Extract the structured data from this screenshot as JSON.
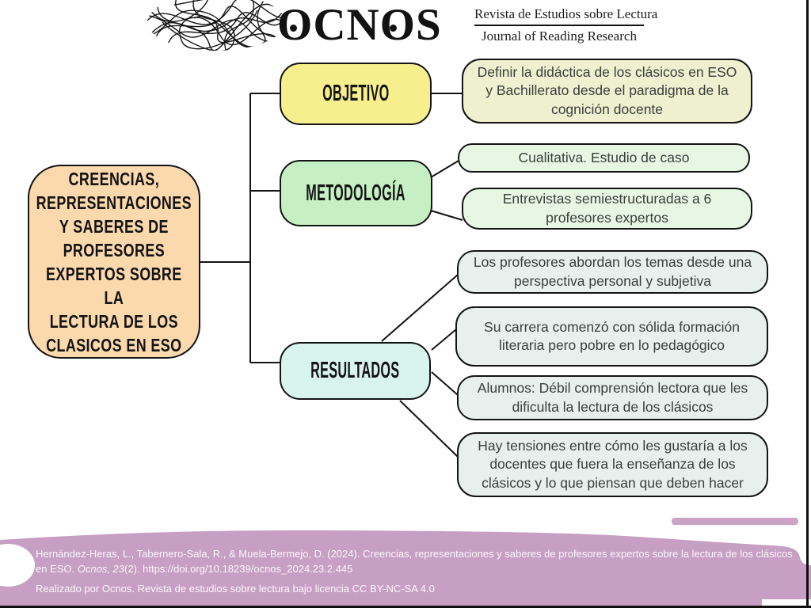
{
  "header": {
    "wordmark": "OCNOS",
    "tagline_es": "Revista de Estudios sobre Lectura",
    "tagline_en": "Journal of Reading Research"
  },
  "colors": {
    "root": "#fbd9ad",
    "objetivo": "#f7ee8d",
    "objetivo_item": "#eef0cf",
    "metodologia": "#c6f0c3",
    "metodologia_item": "#e7f7e4",
    "resultados": "#d8f4ec",
    "resultados_item": "#e8efec",
    "band": "#c79ec4"
  },
  "mindmap": {
    "root_label": "CREENCIAS,\nREPRESENTACIONES\nY SABERES DE\nPROFESORES\nEXPERTOS SOBRE LA\nLECTURA DE LOS\nCLASICOS EN ESO",
    "objetivo": {
      "label": "OBJETIVO",
      "items": [
        "Definir la didáctica de los clásicos en ESO y Bachillerato desde el paradigma de la cognición docente"
      ]
    },
    "metodologia": {
      "label": "METODOLOGÍA",
      "items": [
        "Cualitativa. Estudio de caso",
        "Entrevistas semiestructuradas a 6 profesores expertos"
      ]
    },
    "resultados": {
      "label": "RESULTADOS",
      "items": [
        "Los profesores abordan los temas desde una perspectiva personal y subjetiva",
        "Su carrera comenzó con sólida formación literaria pero pobre en lo pedagógico",
        "Alumnos: Débil comprensión lectora que les dificulta la lectura de los clásicos",
        "Hay tensiones entre cómo les gustaría a los docentes que fuera la enseñanza de los clásicos y lo que piensan que deben hacer"
      ]
    }
  },
  "footer": {
    "citation_line1": "Hernández-Heras, L., Tabernero-Sala, R., & Muela-Bermejo, D. (2024). Creencias, representaciones y saberes de profesores expertos sobre la lectura de los clásicos",
    "citation_line2_pre": "en ESO. ",
    "citation_italic": "Ocnos, 23",
    "citation_line2_post": "(2). https://doi.org/10.18239/ocnos_2024.23.2.445",
    "credit": "Realizado por Ocnos. Revista de estudios sobre lectura bajo licencia CC BY-NC-SA 4.0"
  }
}
